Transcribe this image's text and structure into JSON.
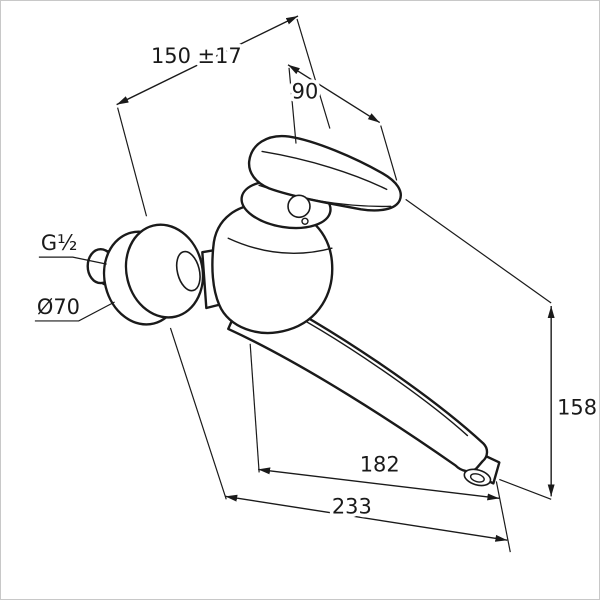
{
  "page": {
    "background": "#ffffff",
    "border_color": "#c8c8c8"
  },
  "drawing": {
    "subject": "wall-mounted single-lever mixer tap dimension drawing",
    "line_color": "#1a1a1a"
  },
  "dimensions": {
    "connection_spacing": "150 ±17",
    "handle_projection": "90",
    "thread_size": "G½",
    "flange_diameter": "Ø70",
    "outlet_height": "158",
    "spout_reach": "182",
    "overall_reach": "233"
  }
}
